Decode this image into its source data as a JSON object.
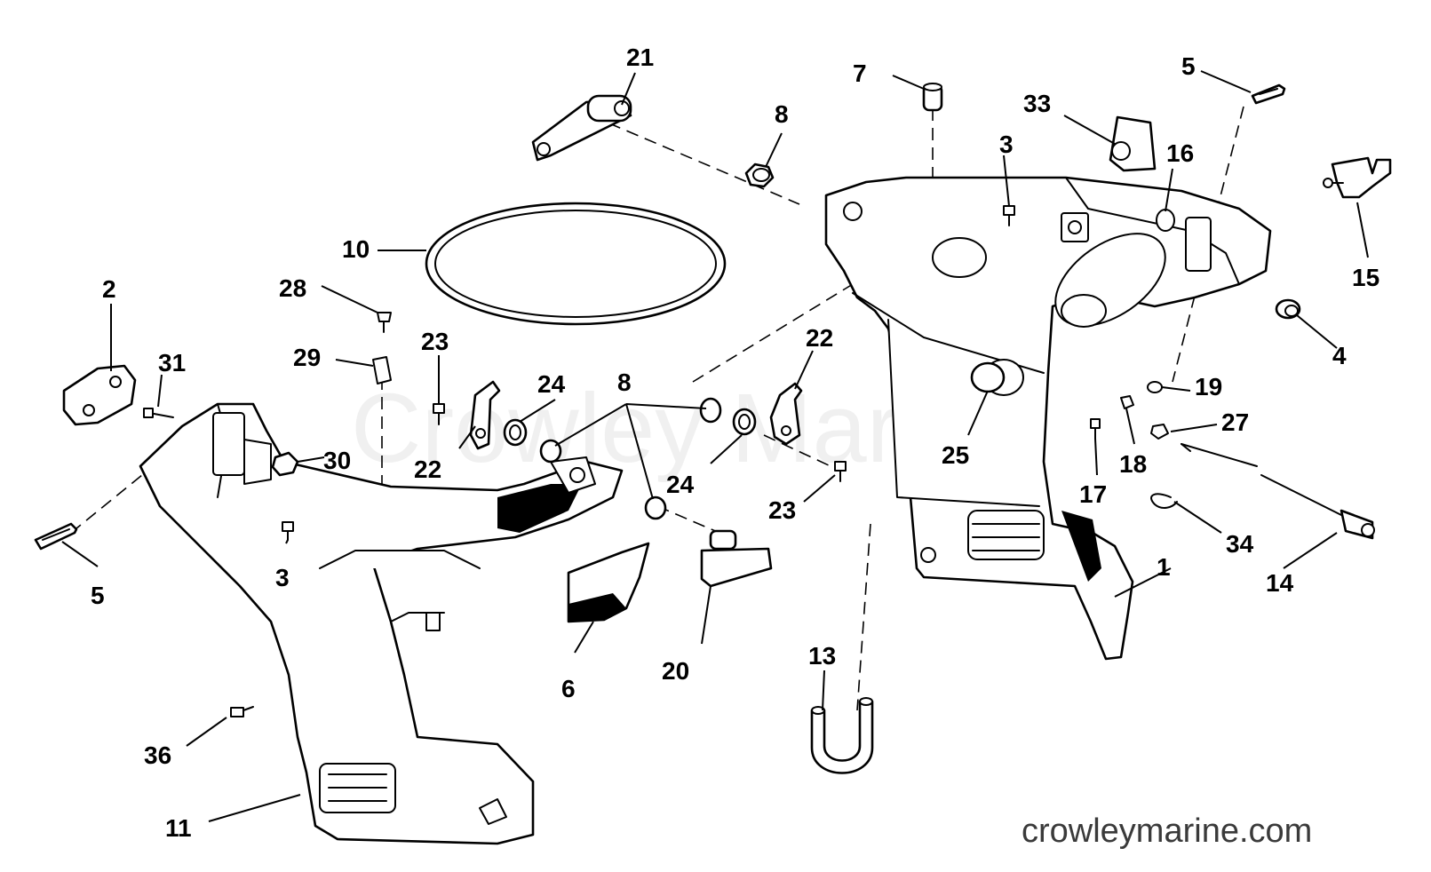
{
  "watermark": "Crowley Marine",
  "site_label": "crowleymarine.com",
  "callouts": {
    "c1": "1",
    "c2": "2",
    "c3a": "3",
    "c3b": "3",
    "c4": "4",
    "c5a": "5",
    "c5b": "5",
    "c6": "6",
    "c7": "7",
    "c8a": "8",
    "c8b": "8",
    "c10": "10",
    "c11": "11",
    "c13": "13",
    "c14": "14",
    "c15": "15",
    "c16": "16",
    "c17": "17",
    "c18": "18",
    "c19": "19",
    "c20": "20",
    "c21": "21",
    "c22a": "22",
    "c22b": "22",
    "c23a": "23",
    "c23b": "23",
    "c24a": "24",
    "c24b": "24",
    "c25": "25",
    "c27": "27",
    "c28": "28",
    "c29": "29",
    "c30": "30",
    "c31": "31",
    "c33": "33",
    "c34": "34",
    "c36": "36"
  }
}
